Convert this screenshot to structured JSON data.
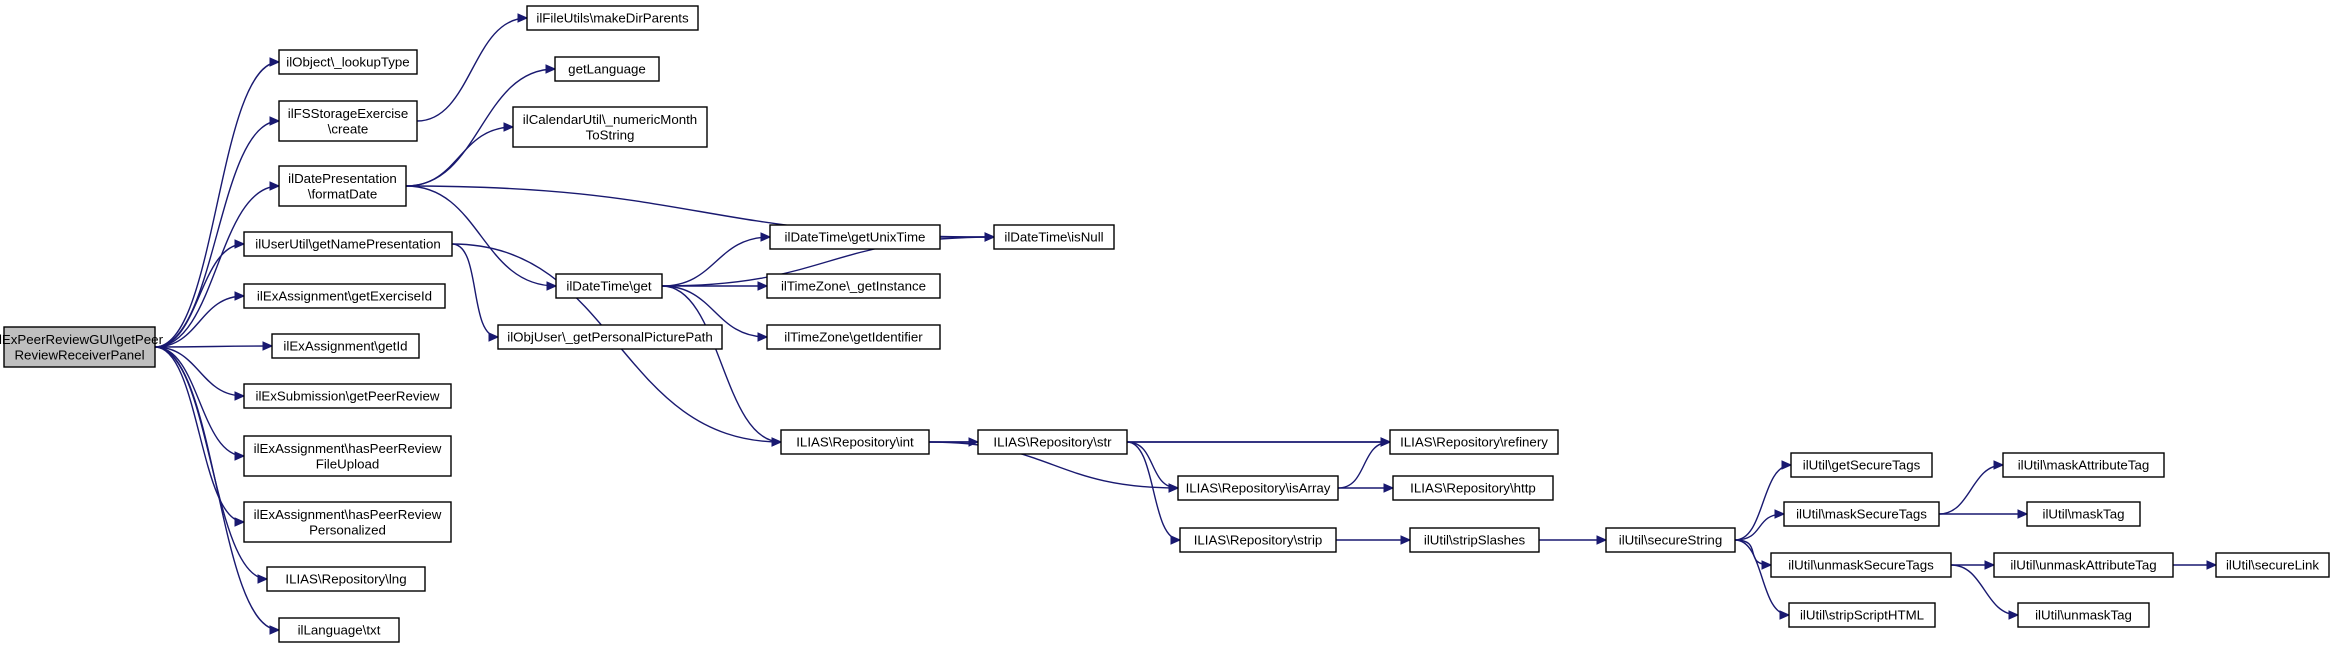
{
  "diagram": {
    "type": "call-graph",
    "colors": {
      "edge": "#191970",
      "node_border": "#000000",
      "root_fill": "#bfbfbf",
      "node_fill": "#ffffff"
    },
    "nodes": [
      {
        "id": "root",
        "lines": [
          "ilExPeerReviewGUI\\getPeer",
          "ReviewReceiverPanel"
        ],
        "highlighted": true
      },
      {
        "id": "lookupType",
        "lines": [
          "ilObject\\_lookupType"
        ]
      },
      {
        "id": "fsCreate",
        "lines": [
          "ilFSStorageExercise",
          "\\create"
        ]
      },
      {
        "id": "formatDate",
        "lines": [
          "ilDatePresentation",
          "\\formatDate"
        ]
      },
      {
        "id": "getNamePres",
        "lines": [
          "ilUserUtil\\getNamePresentation"
        ]
      },
      {
        "id": "getExerciseId",
        "lines": [
          "ilExAssignment\\getExerciseId"
        ]
      },
      {
        "id": "getId",
        "lines": [
          "ilExAssignment\\getId"
        ]
      },
      {
        "id": "getPeerReview",
        "lines": [
          "ilExSubmission\\getPeerReview"
        ]
      },
      {
        "id": "hasPRFileUpload",
        "lines": [
          "ilExAssignment\\hasPeerReview",
          "FileUpload"
        ]
      },
      {
        "id": "hasPRPersonalized",
        "lines": [
          "ilExAssignment\\hasPeerReview",
          "Personalized"
        ]
      },
      {
        "id": "lng",
        "lines": [
          "ILIAS\\Repository\\lng"
        ]
      },
      {
        "id": "txt",
        "lines": [
          "ilLanguage\\txt"
        ]
      },
      {
        "id": "makeDirParents",
        "lines": [
          "ilFileUtils\\makeDirParents"
        ]
      },
      {
        "id": "getLanguage",
        "lines": [
          "getLanguage"
        ]
      },
      {
        "id": "numericMonth",
        "lines": [
          "ilCalendarUtil\\_numericMonth",
          "ToString"
        ]
      },
      {
        "id": "dtGet",
        "lines": [
          "ilDateTime\\get"
        ]
      },
      {
        "id": "personalPic",
        "lines": [
          "ilObjUser\\_getPersonalPicturePath"
        ]
      },
      {
        "id": "repoInt",
        "lines": [
          "ILIAS\\Repository\\int"
        ]
      },
      {
        "id": "getUnixTime",
        "lines": [
          "ilDateTime\\getUnixTime"
        ]
      },
      {
        "id": "tzGetInstance",
        "lines": [
          "ilTimeZone\\_getInstance"
        ]
      },
      {
        "id": "tzGetIdentifier",
        "lines": [
          "ilTimeZone\\getIdentifier"
        ]
      },
      {
        "id": "isNull",
        "lines": [
          "ilDateTime\\isNull"
        ]
      },
      {
        "id": "repoStr",
        "lines": [
          "ILIAS\\Repository\\str"
        ]
      },
      {
        "id": "isArray",
        "lines": [
          "ILIAS\\Repository\\isArray"
        ]
      },
      {
        "id": "repoStrip",
        "lines": [
          "ILIAS\\Repository\\strip"
        ]
      },
      {
        "id": "refinery",
        "lines": [
          "ILIAS\\Repository\\refinery"
        ]
      },
      {
        "id": "http",
        "lines": [
          "ILIAS\\Repository\\http"
        ]
      },
      {
        "id": "stripSlashes",
        "lines": [
          "ilUtil\\stripSlashes"
        ]
      },
      {
        "id": "secureString",
        "lines": [
          "ilUtil\\secureString"
        ]
      },
      {
        "id": "getSecureTags",
        "lines": [
          "ilUtil\\getSecureTags"
        ]
      },
      {
        "id": "maskSecureTags",
        "lines": [
          "ilUtil\\maskSecureTags"
        ]
      },
      {
        "id": "unmaskSecureTags",
        "lines": [
          "ilUtil\\unmaskSecureTags"
        ]
      },
      {
        "id": "stripScriptHTML",
        "lines": [
          "ilUtil\\stripScriptHTML"
        ]
      },
      {
        "id": "maskAttributeTag",
        "lines": [
          "ilUtil\\maskAttributeTag"
        ]
      },
      {
        "id": "maskTag",
        "lines": [
          "ilUtil\\maskTag"
        ]
      },
      {
        "id": "unmaskAttributeTag",
        "lines": [
          "ilUtil\\unmaskAttributeTag"
        ]
      },
      {
        "id": "unmaskTag",
        "lines": [
          "ilUtil\\unmaskTag"
        ]
      },
      {
        "id": "secureLink",
        "lines": [
          "ilUtil\\secureLink"
        ]
      }
    ],
    "edges": [
      [
        "root",
        "lookupType"
      ],
      [
        "root",
        "fsCreate"
      ],
      [
        "root",
        "formatDate"
      ],
      [
        "root",
        "getNamePres"
      ],
      [
        "root",
        "getExerciseId"
      ],
      [
        "root",
        "getId"
      ],
      [
        "root",
        "getPeerReview"
      ],
      [
        "root",
        "hasPRFileUpload"
      ],
      [
        "root",
        "hasPRPersonalized"
      ],
      [
        "root",
        "lng"
      ],
      [
        "root",
        "txt"
      ],
      [
        "fsCreate",
        "makeDirParents"
      ],
      [
        "formatDate",
        "getLanguage"
      ],
      [
        "formatDate",
        "numericMonth"
      ],
      [
        "formatDate",
        "dtGet"
      ],
      [
        "formatDate",
        "isNull"
      ],
      [
        "getNamePres",
        "personalPic"
      ],
      [
        "getNamePres",
        "repoInt"
      ],
      [
        "dtGet",
        "getUnixTime"
      ],
      [
        "dtGet",
        "tzGetInstance"
      ],
      [
        "dtGet",
        "tzGetIdentifier"
      ],
      [
        "dtGet",
        "isNull"
      ],
      [
        "dtGet",
        "repoInt"
      ],
      [
        "getUnixTime",
        "isNull"
      ],
      [
        "repoInt",
        "repoStr"
      ],
      [
        "repoInt",
        "refinery"
      ],
      [
        "repoInt",
        "isArray"
      ],
      [
        "repoStr",
        "refinery"
      ],
      [
        "repoStr",
        "isArray"
      ],
      [
        "repoStr",
        "repoStrip"
      ],
      [
        "isArray",
        "refinery"
      ],
      [
        "isArray",
        "http"
      ],
      [
        "repoStrip",
        "stripSlashes"
      ],
      [
        "stripSlashes",
        "secureString"
      ],
      [
        "secureString",
        "getSecureTags"
      ],
      [
        "secureString",
        "maskSecureTags"
      ],
      [
        "secureString",
        "unmaskSecureTags"
      ],
      [
        "secureString",
        "stripScriptHTML"
      ],
      [
        "maskSecureTags",
        "maskAttributeTag"
      ],
      [
        "maskSecureTags",
        "maskTag"
      ],
      [
        "unmaskSecureTags",
        "unmaskAttributeTag"
      ],
      [
        "unmaskSecureTags",
        "unmaskTag"
      ],
      [
        "unmaskAttributeTag",
        "secureLink"
      ]
    ]
  }
}
